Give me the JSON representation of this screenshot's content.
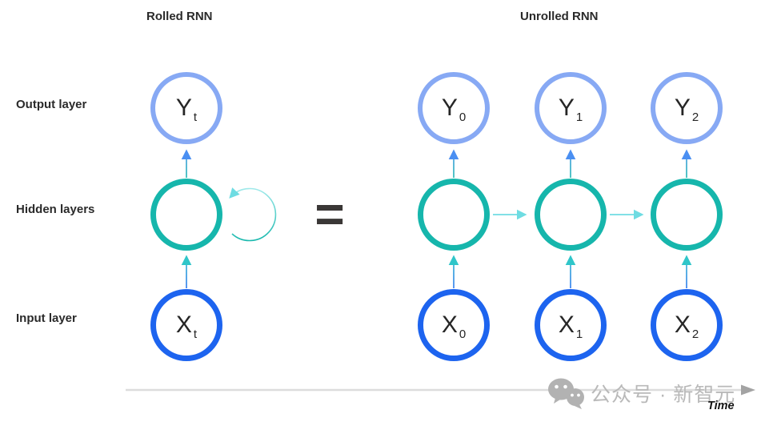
{
  "titles": {
    "rolled": "Rolled RNN",
    "unrolled": "Unrolled RNN"
  },
  "layer_labels": {
    "output": "Output layer",
    "hidden": "Hidden layers",
    "input": "Input layer"
  },
  "equals": "=",
  "nodes": {
    "rolled": {
      "output": {
        "base": "Y",
        "sub": "t"
      },
      "input": {
        "base": "X",
        "sub": "t"
      }
    },
    "unrolled": [
      {
        "output": {
          "base": "Y",
          "sub": "0"
        },
        "input": {
          "base": "X",
          "sub": "0"
        }
      },
      {
        "output": {
          "base": "Y",
          "sub": "1"
        },
        "input": {
          "base": "X",
          "sub": "1"
        }
      },
      {
        "output": {
          "base": "Y",
          "sub": "2"
        },
        "input": {
          "base": "X",
          "sub": "2"
        }
      }
    ]
  },
  "timeline": {
    "label": "Time"
  },
  "watermark": {
    "text": "公众号 · 新智元",
    "icon": "wechat-icon"
  },
  "colors": {
    "output_border": "#87a9f4",
    "hidden_border": "#16b6ac",
    "input_border": "#1d64ef",
    "arrow_blue_head": "#4a8ff2",
    "arrow_teal_head": "#2fc6c9",
    "flow_cyan": "#58d6dd",
    "timeline_gray": "#dcdcdc",
    "text_dark": "#262626",
    "watermark_gray": "#b9b9b9"
  }
}
